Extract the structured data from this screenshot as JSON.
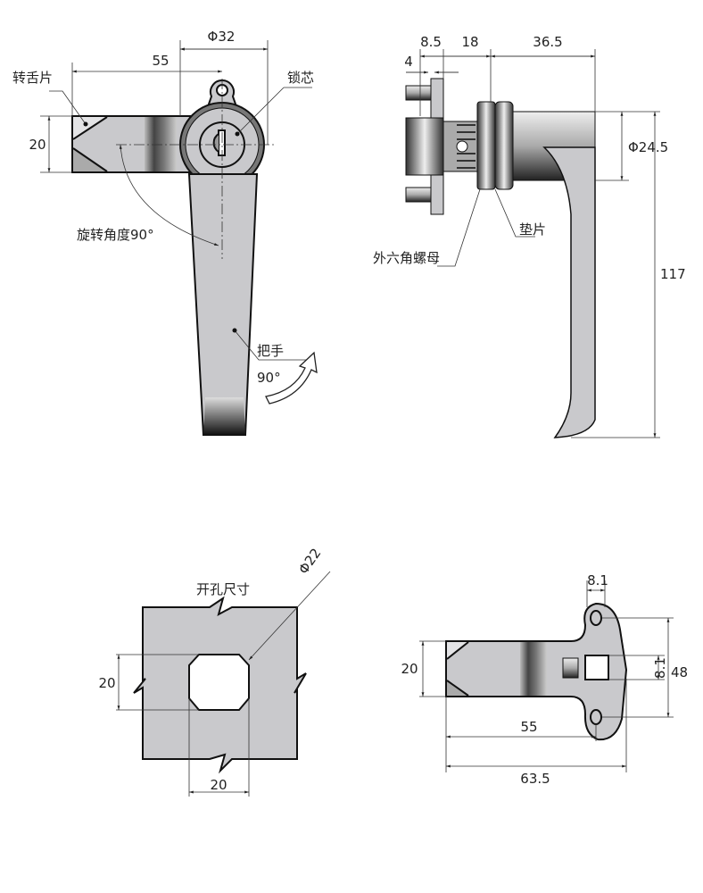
{
  "views": {
    "front": {
      "dim_diameter": "Φ32",
      "dim_length": "55",
      "dim_height": "20",
      "label_tongue": "转舌片",
      "label_core": "锁芯",
      "label_rotation": "旋转角度90°",
      "label_handle": "把手",
      "label_turn": "90°"
    },
    "side": {
      "dim_a": "8.5",
      "dim_b": "4",
      "dim_c": "18",
      "dim_d": "36.5",
      "dim_diameter": "Φ24.5",
      "dim_height": "117",
      "label_washer": "垫片",
      "label_nut": "外六角螺母"
    },
    "cutout": {
      "label": "开孔尺寸",
      "dim_diameter": "Φ22",
      "dim_height": "20",
      "dim_width": "20"
    },
    "rear": {
      "dim_top": "8.1",
      "dim_side": "8.1",
      "dim_total_height": "48",
      "dim_height": "20",
      "dim_length": "55",
      "dim_total_length": "63.5"
    }
  },
  "colors": {
    "metal": "#c9c9cc",
    "dark": "#333333"
  }
}
